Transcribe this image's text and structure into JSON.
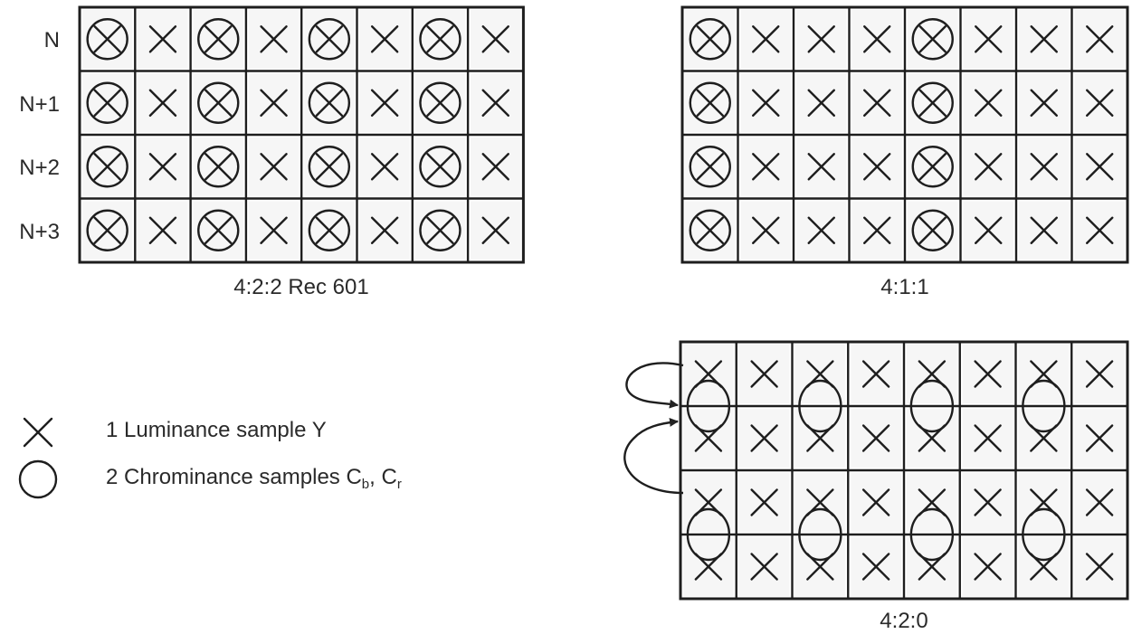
{
  "grid_422": {
    "caption": "4:2:2 Rec 601",
    "row_labels": [
      "N",
      "N+1",
      "N+2",
      "N+3"
    ]
  },
  "grid_411": {
    "caption": "4:1:1"
  },
  "grid_420": {
    "caption": "4:2:0"
  },
  "legend": {
    "luminance_label": "1 Luminance sample Y",
    "chrominance_label_prefix": "2 Chrominance samples C",
    "cb_subscript": "b",
    "separator": ", C",
    "cr_subscript": "r"
  }
}
